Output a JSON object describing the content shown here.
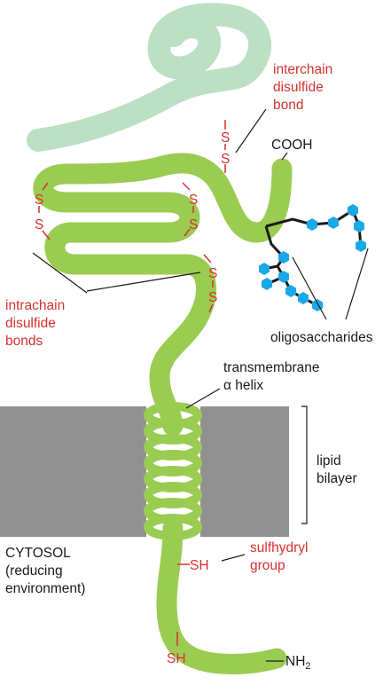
{
  "labels": {
    "interchain": [
      "interchain",
      "disulfide",
      "bond"
    ],
    "cooh": "COOH",
    "s_letter": "S",
    "intrachain": [
      "intrachain",
      "disulfide",
      "bonds"
    ],
    "oligosaccharides": "oligosaccharides",
    "transmembrane": [
      "transmembrane",
      "α helix"
    ],
    "lipid_bilayer": [
      "lipid",
      "bilayer"
    ],
    "cytosol": [
      "CYTOSOL",
      "(reducing",
      "environment)"
    ],
    "sh": "SH",
    "sulfhydryl": [
      "sulfhydryl",
      "group"
    ],
    "nh_base": "NH",
    "nh_sub": "2"
  },
  "colors": {
    "chain_green": "#9bcc52",
    "second_chain": "#bde0c4",
    "membrane_gray": "#909090",
    "sugar_blue": "#1aa9e6",
    "label_red": "#d6312e"
  }
}
